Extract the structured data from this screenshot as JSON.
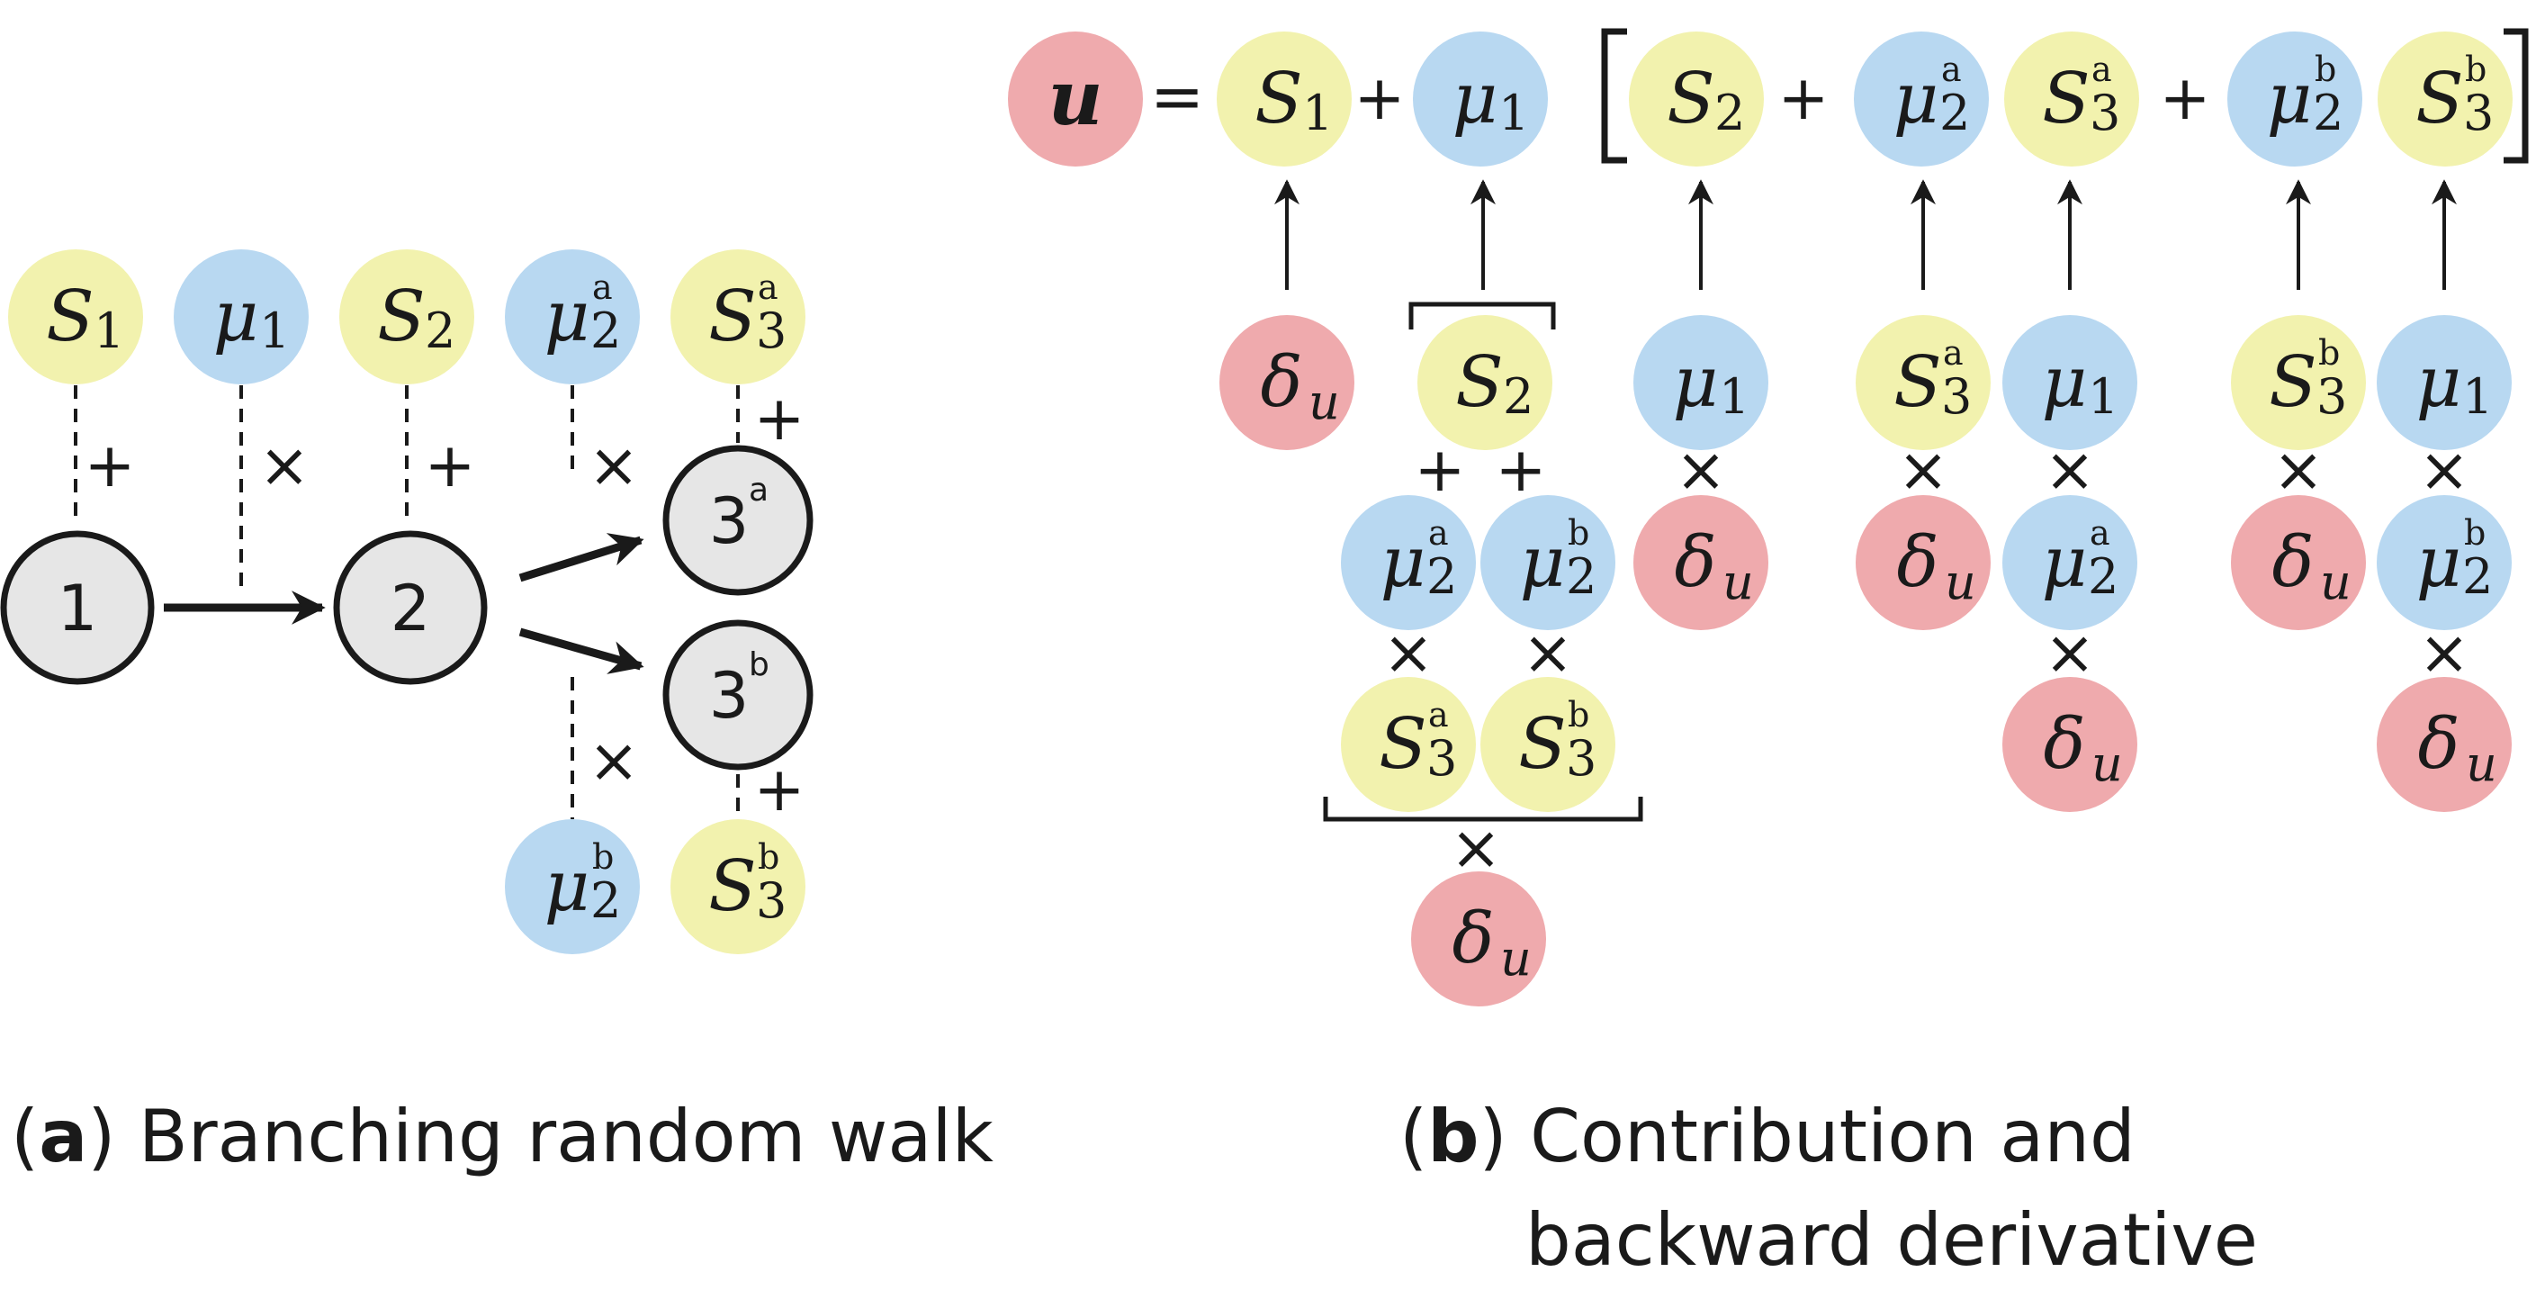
{
  "colors": {
    "yellow": "#f2f2ae",
    "blue": "#b8d8f1",
    "red": "#efaaad",
    "gray": "#e6e6e6",
    "ink": "#1a1a1a"
  },
  "symbols": {
    "S": "S",
    "mu": "μ",
    "delta": "δ",
    "u": "u",
    "sub_u": "u",
    "one": "1",
    "two": "2",
    "three": "3",
    "a": "a",
    "b": "b"
  },
  "operators": {
    "plus": "+",
    "times": "×",
    "equals": "="
  },
  "walk_nodes": {
    "n1": "1",
    "n2": "2",
    "n3": "3",
    "sup_a": "a",
    "sup_b": "b"
  },
  "captions": {
    "a_letter": "a",
    "a_text": "Branching random walk",
    "b_letter": "b",
    "b_line1": "Contribution and",
    "b_line2": "backward derivative",
    "open_paren": "(",
    "close_paren": ")"
  }
}
